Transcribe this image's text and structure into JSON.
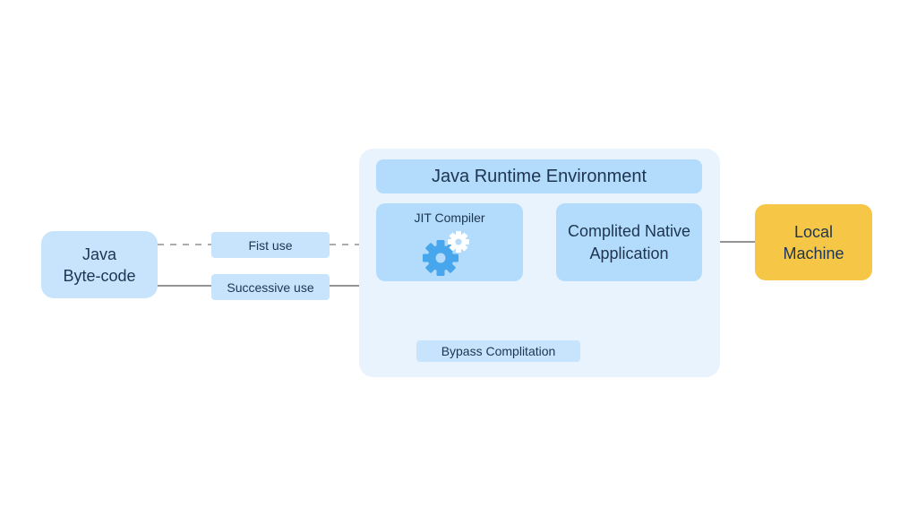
{
  "diagram": {
    "runtime_environment": {
      "title": "Java Runtime Environment",
      "jit_compiler_label": "JIT Compiler",
      "native_app_line1": "Complited Native",
      "native_app_line2": "Application"
    },
    "bytecode": {
      "line1": "Java",
      "line2": "Byte-code"
    },
    "local_machine": {
      "line1": "Local",
      "line2": "Machine"
    },
    "edge_labels": {
      "first_use": "Fist use",
      "successive_use": "Successive use",
      "bypass": "Bypass Complitation"
    },
    "icons": {
      "jit_icon": "gears-icon"
    },
    "colors": {
      "panel": "#e8f3fd",
      "box": "#b3dbfb",
      "light_box": "#c8e4fc",
      "local_machine": "#f6c646",
      "gear": "#47a6ec",
      "text": "#1d3550",
      "line": "#6b6b6b"
    }
  }
}
